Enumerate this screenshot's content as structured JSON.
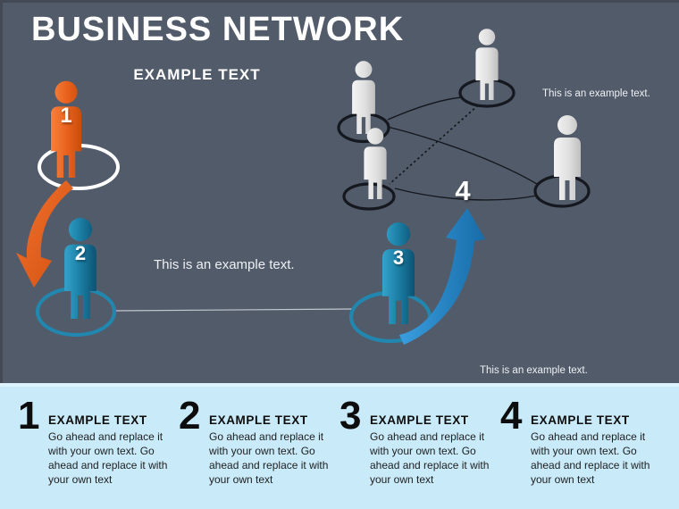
{
  "title": "BUSINESS NETWORK",
  "subtitle": "EXAMPLE TEXT",
  "colors": {
    "background": "#525b6a",
    "panel": "#c9eaf9",
    "orange": "#e8611c",
    "teal": "#1b7ea4",
    "blue_arrow": "#2585c8",
    "gray_figure": "#e3e3e3",
    "black_line": "#15181d",
    "white": "#ffffff"
  },
  "diagram": {
    "figure1_label": "1",
    "figure2_label": "2",
    "figure3_label": "3",
    "step4_label": "4",
    "annotation_middle": "This is an example text.",
    "annotation_right": "This is an example text.",
    "annotation_bottom": "This is an example text."
  },
  "legend": {
    "items": [
      {
        "number": "1",
        "heading": "EXAMPLE TEXT",
        "body": "Go ahead and replace it with your own text. Go ahead and replace it with your own text"
      },
      {
        "number": "2",
        "heading": "EXAMPLE TEXT",
        "body": "Go ahead and replace it with your own text. Go ahead and replace it with your own text"
      },
      {
        "number": "3",
        "heading": "EXAMPLE TEXT",
        "body": "Go ahead and replace it with your own text. Go ahead and replace it with your own text"
      },
      {
        "number": "4",
        "heading": "EXAMPLE TEXT",
        "body": "Go ahead and replace it with your own text. Go ahead and replace it with your own text"
      }
    ]
  }
}
